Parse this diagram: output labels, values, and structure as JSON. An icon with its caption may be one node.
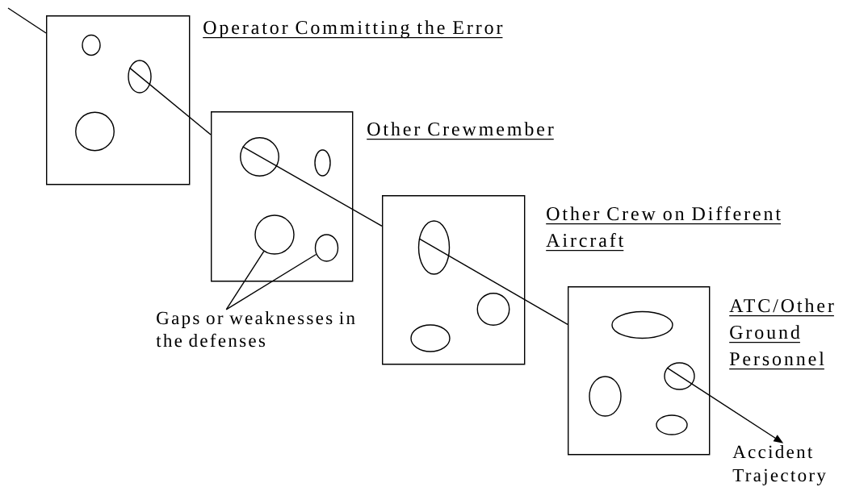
{
  "diagram": {
    "nodes": [
      {
        "text": [],
        "shape": "box",
        "beside": [
          "Operator Committing the Error"
        ]
      },
      {
        "text": [],
        "shape": "ellipse",
        "in": 0
      },
      {
        "text": [],
        "shape": "ellipse",
        "in": 0
      },
      {
        "text": [],
        "shape": "circle",
        "in": 0
      },
      {
        "text": [],
        "shape": "box",
        "beside": [
          "Other Crewmember"
        ]
      },
      {
        "text": [],
        "shape": "circle",
        "in": 4
      },
      {
        "text": [],
        "shape": "ellipse",
        "in": 4
      },
      {
        "text": [],
        "shape": "circle",
        "in": 4
      },
      {
        "text": [],
        "shape": "ellipse",
        "in": 4
      },
      {
        "text": [],
        "shape": "box",
        "beside": [
          "Other Crew on Different Aircraft"
        ]
      },
      {
        "text": [],
        "shape": "ellipse",
        "in": 9
      },
      {
        "text": [],
        "shape": "circle",
        "in": 9
      },
      {
        "text": [],
        "shape": "ellipse",
        "in": 9
      },
      {
        "text": [],
        "shape": "box",
        "beside": [
          "ATC/Other Ground Personnel"
        ]
      },
      {
        "text": [],
        "shape": "ellipse",
        "in": 13
      },
      {
        "text": [],
        "shape": "ellipse",
        "in": 13
      },
      {
        "text": [],
        "shape": "ellipse",
        "in": 13
      },
      {
        "text": [],
        "shape": "ellipse",
        "in": 13
      },
      {
        "text": [
          "Gaps or weaknesses in the defenses"
        ]
      },
      {
        "text": [
          "Accident Trajectory"
        ]
      }
    ],
    "edges": [
      {
        "from": null,
        "to": 0,
        "arrow": "none"
      },
      {
        "from": 2,
        "to": 4,
        "arrow": "none"
      },
      {
        "from": 5,
        "to": 9,
        "arrow": "none"
      },
      {
        "from": 10,
        "to": 13,
        "arrow": "none"
      },
      {
        "from": 15,
        "to": 19,
        "arrow": "to"
      },
      {
        "from": 18,
        "to": 7,
        "arrow": "none"
      },
      {
        "from": 18,
        "to": 8,
        "arrow": "none"
      }
    ]
  }
}
